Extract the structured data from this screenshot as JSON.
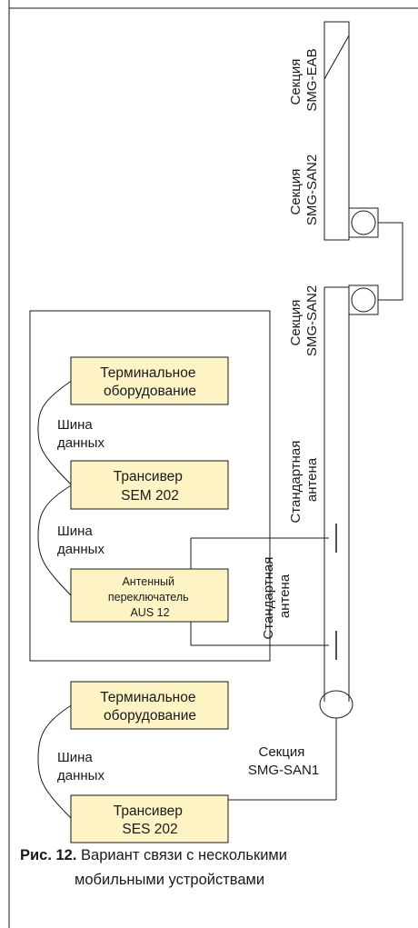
{
  "colors": {
    "box_fill": "#fdf3c4",
    "line": "#1a1a1a",
    "background": "#ffffff"
  },
  "sections": {
    "eab": [
      "Секция",
      "SMG-EAB"
    ],
    "san2_top": [
      "Секция",
      "SMG-SAN2"
    ],
    "san2_bottom": [
      "Секция",
      "SMG-SAN2"
    ],
    "san1": [
      "Секция",
      "SMG-SAN1"
    ]
  },
  "antennas": {
    "upper": [
      "Стандартная",
      "антена"
    ],
    "lower": [
      "Стандартная",
      "антена"
    ]
  },
  "boxes": {
    "terminal_1": [
      "Терминальное",
      "оборудование"
    ],
    "transceiver_sem": [
      "Трансивер",
      "SEM 202"
    ],
    "switch_aus": [
      "Антенный",
      "переключатель",
      "AUS 12"
    ],
    "terminal_2": [
      "Терминальное",
      "оборудование"
    ],
    "transceiver_ses": [
      "Трансивер",
      "SES 202"
    ]
  },
  "bus_labels": {
    "bus_1": [
      "Шина",
      "данных"
    ],
    "bus_2": [
      "Шина",
      "данных"
    ],
    "bus_3": [
      "Шина",
      "данных"
    ]
  },
  "caption": {
    "prefix": "Рис. 12.",
    "line1": " Вариант связи с несколькими",
    "line2": "мобильными устройствами"
  }
}
